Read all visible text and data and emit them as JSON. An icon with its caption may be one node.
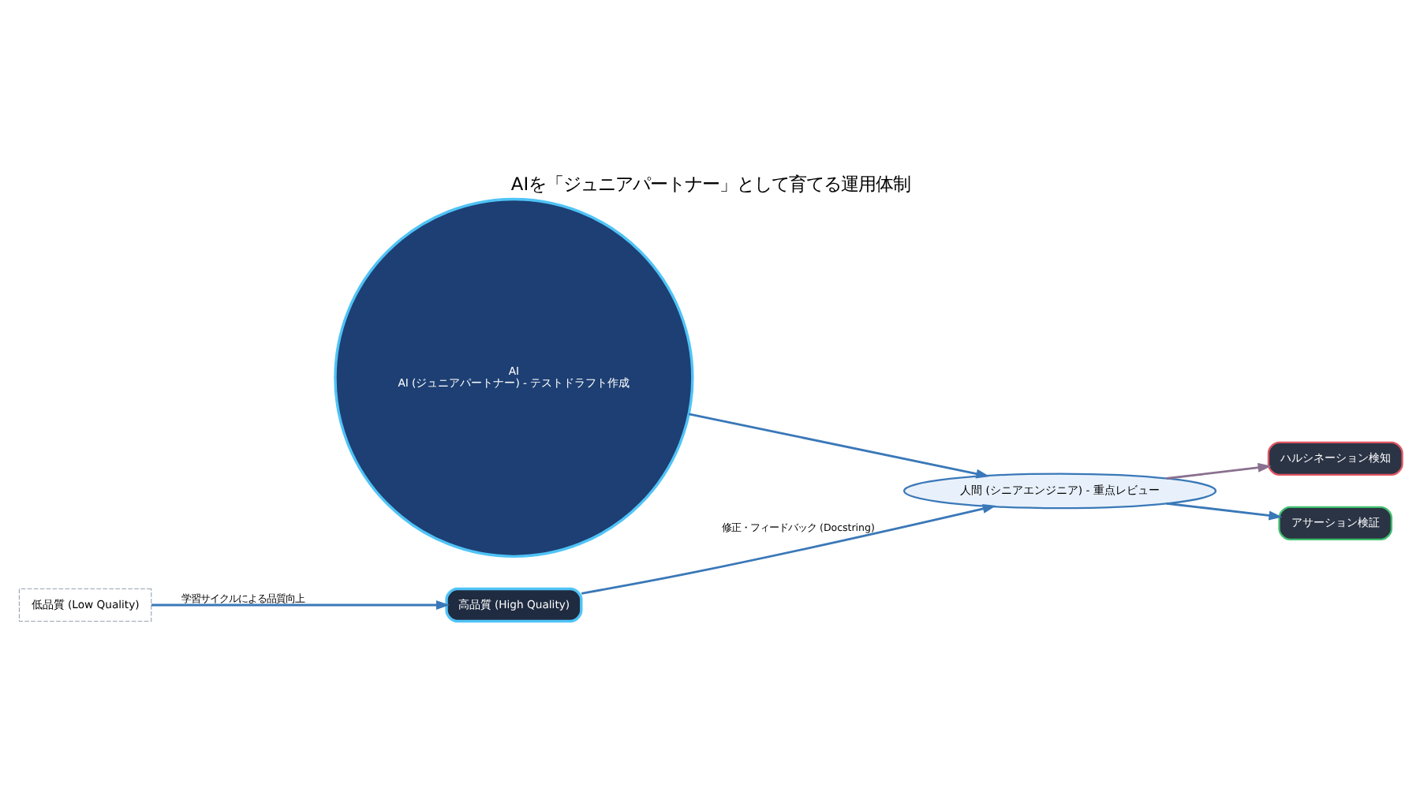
{
  "diagram": {
    "title": "AIを「ジュニアパートナー」として育てる運用体制",
    "nodes": [
      {
        "text": [
          "AI",
          "AI (ジュニアパートナー) - テストドラフト作成"
        ]
      },
      {
        "text": [
          "人間 (シニアエンジニア) - 重点レビュー"
        ]
      },
      {
        "text": [
          "ハルシネーション検知"
        ]
      },
      {
        "text": [
          "アサーション検証"
        ]
      },
      {
        "text": [
          "高品質 (High Quality)"
        ]
      },
      {
        "text": [
          "低品質 (Low Quality)"
        ]
      }
    ],
    "edges": [
      {
        "from": 0,
        "to": 1,
        "arrow": "to"
      },
      {
        "from": 1,
        "to": 2,
        "arrow": "to",
        "color": "#8a7090"
      },
      {
        "from": 1,
        "to": 3,
        "arrow": "to"
      },
      {
        "from": 4,
        "to": 1,
        "arrow": "to",
        "label": "修正・フィードバック (Docstring)"
      },
      {
        "from": 5,
        "to": 4,
        "arrow": "to",
        "label": "学習サイクルによる品質向上"
      }
    ]
  }
}
